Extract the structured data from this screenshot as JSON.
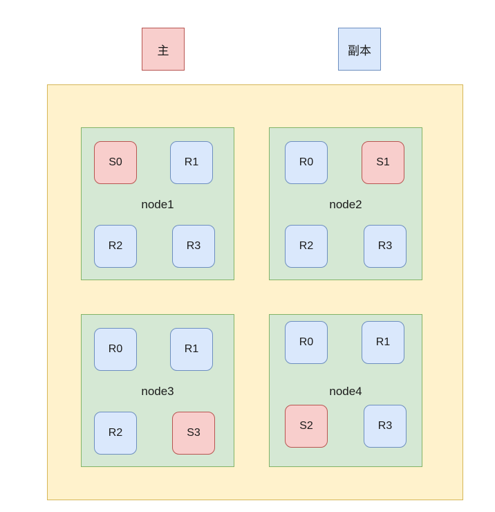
{
  "colors": {
    "primary_fill": "#f8cecc",
    "primary_border": "#b85450",
    "replica_fill": "#dae8fc",
    "replica_border": "#6c8ebf",
    "node_fill": "#d5e8d4",
    "node_border": "#82b366",
    "cluster_fill": "#fff2cc",
    "cluster_border": "#d6b656"
  },
  "legend": {
    "primary_label": "主",
    "replica_label": "副本"
  },
  "nodes": [
    {
      "name": "node1",
      "shards": [
        {
          "label": "S0",
          "role": "primary"
        },
        {
          "label": "R1",
          "role": "replica"
        },
        {
          "label": "R2",
          "role": "replica"
        },
        {
          "label": "R3",
          "role": "replica"
        }
      ]
    },
    {
      "name": "node2",
      "shards": [
        {
          "label": "R0",
          "role": "replica"
        },
        {
          "label": "S1",
          "role": "primary"
        },
        {
          "label": "R2",
          "role": "replica"
        },
        {
          "label": "R3",
          "role": "replica"
        }
      ]
    },
    {
      "name": "node3",
      "shards": [
        {
          "label": "R0",
          "role": "replica"
        },
        {
          "label": "R1",
          "role": "replica"
        },
        {
          "label": "R2",
          "role": "replica"
        },
        {
          "label": "S3",
          "role": "primary"
        }
      ]
    },
    {
      "name": "node4",
      "shards": [
        {
          "label": "R0",
          "role": "replica"
        },
        {
          "label": "R1",
          "role": "replica"
        },
        {
          "label": "S2",
          "role": "primary"
        },
        {
          "label": "R3",
          "role": "replica"
        }
      ]
    }
  ]
}
